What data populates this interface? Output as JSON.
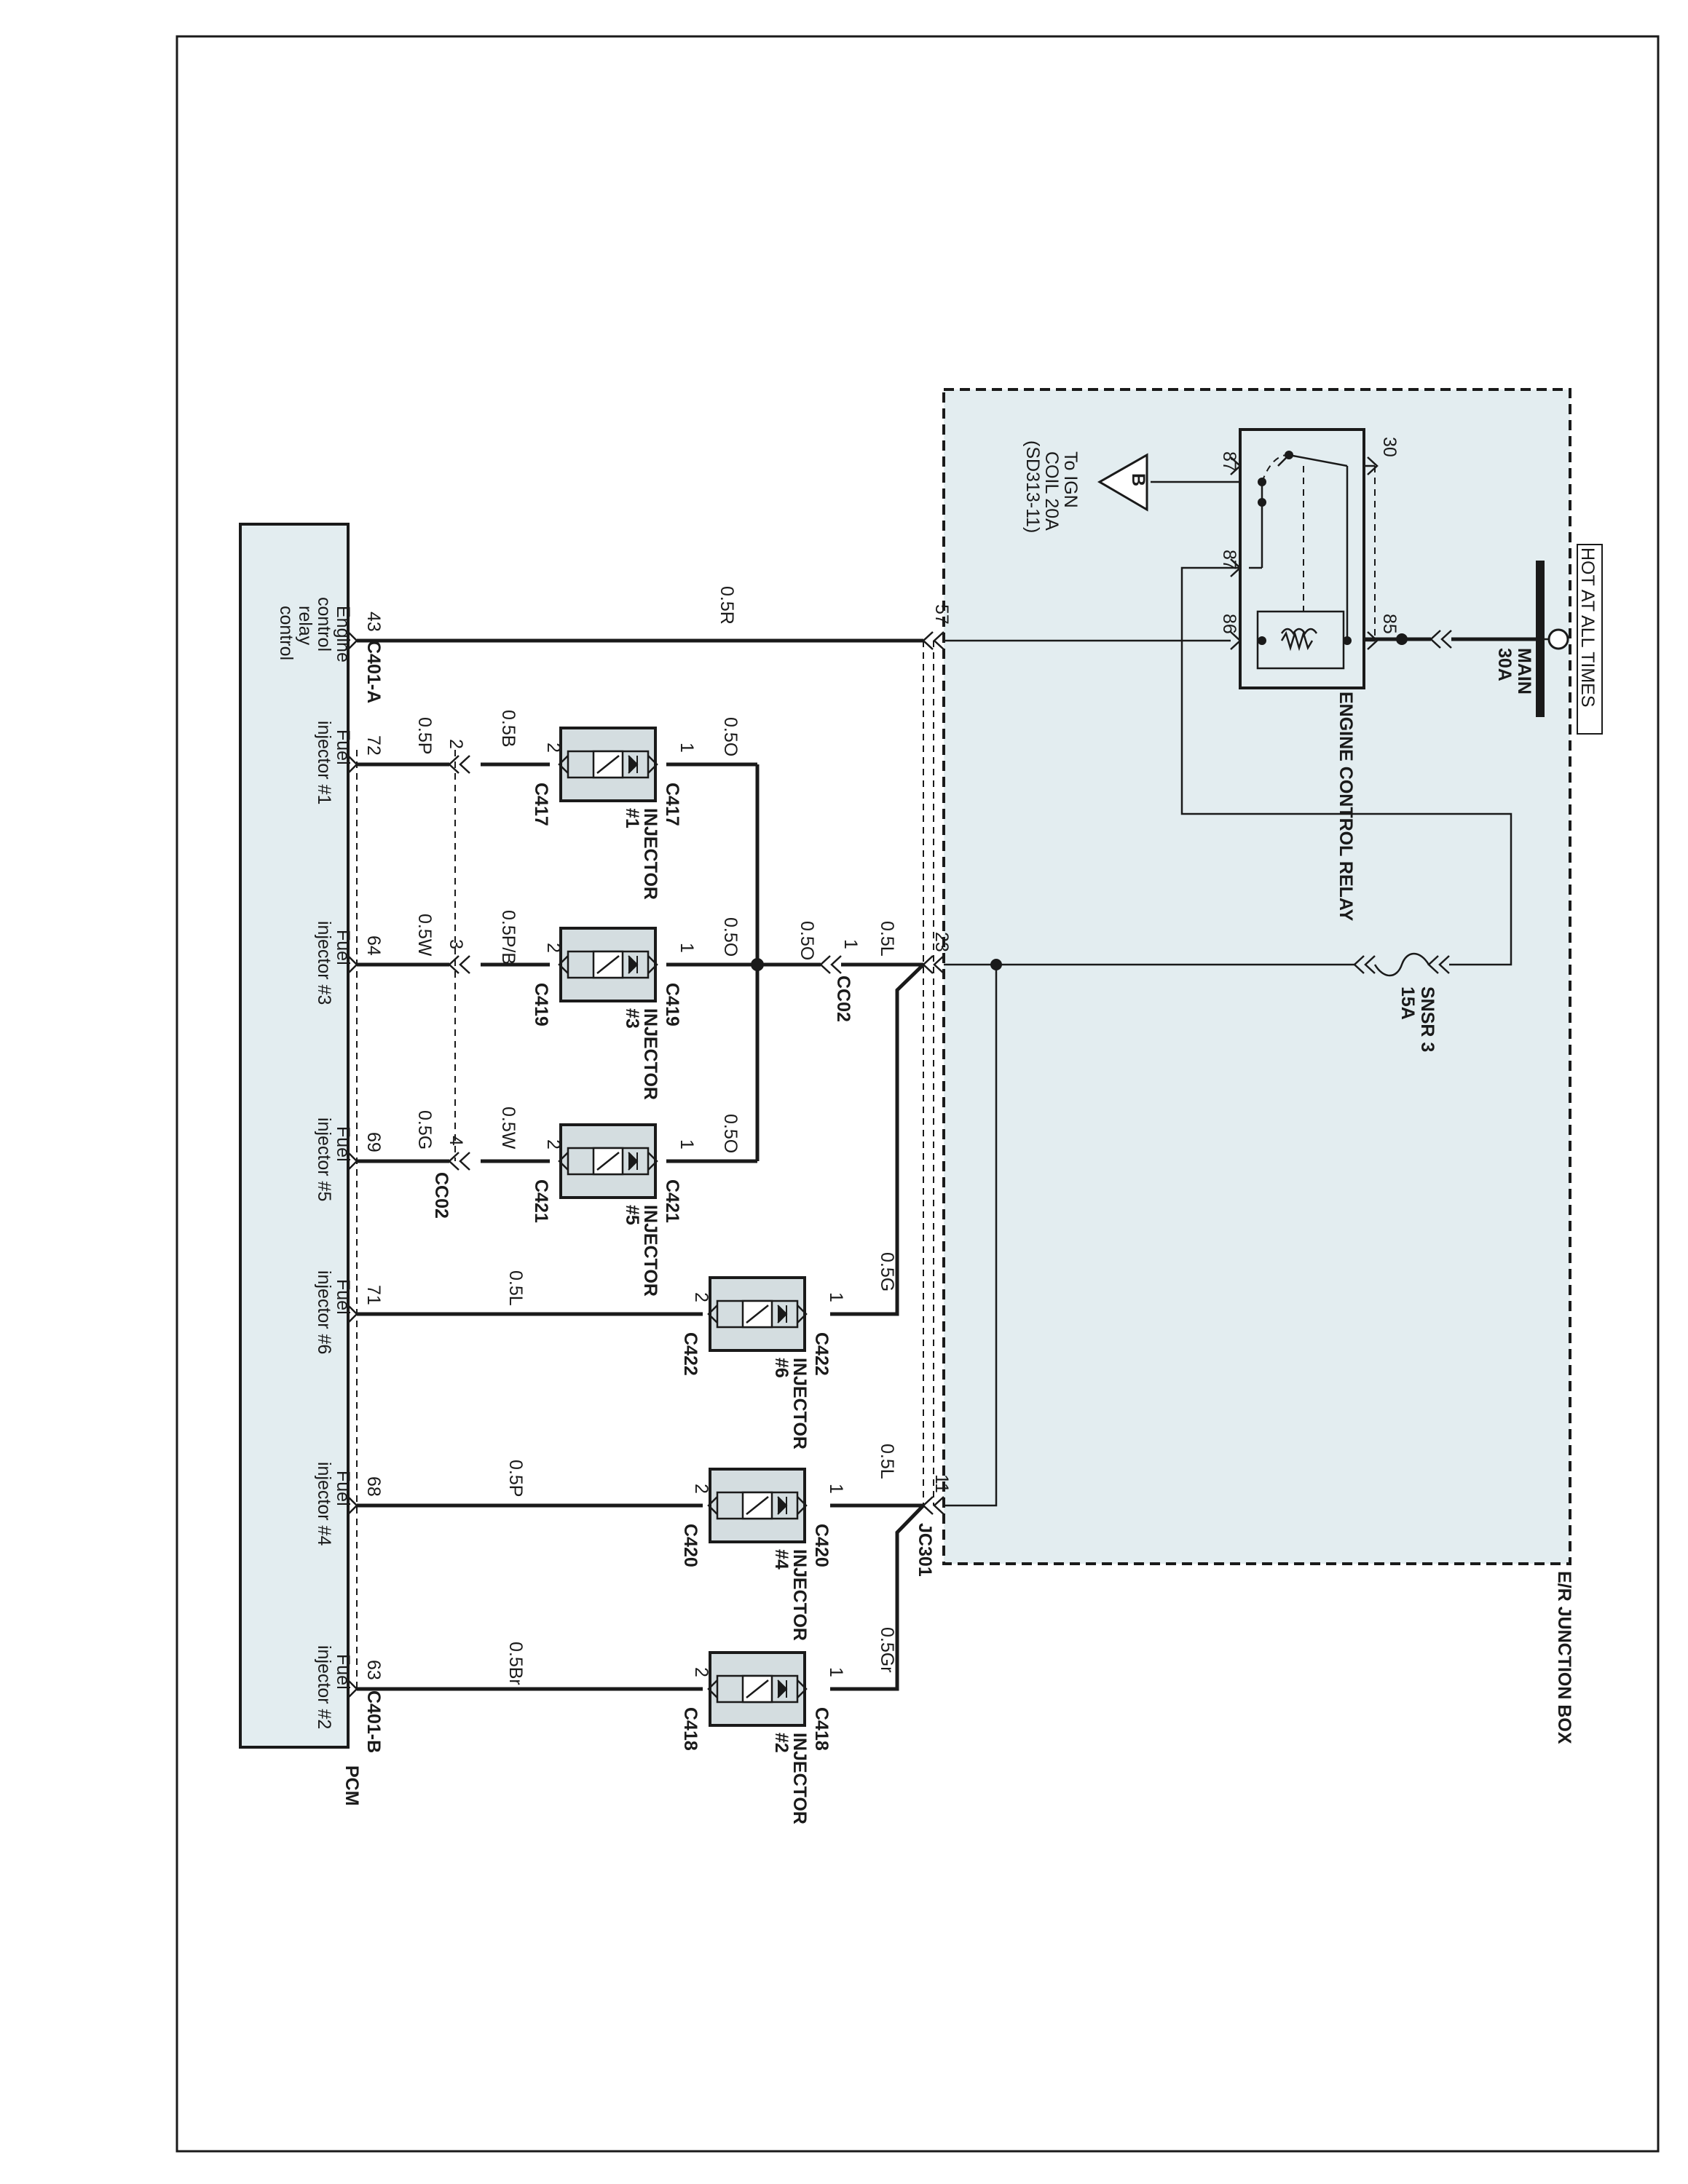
{
  "junction_box": {
    "title": "E/R JUNCTION BOX",
    "hot_label": "HOT AT ALL TIMES",
    "main_fuse": {
      "name": "MAIN",
      "rating": "30A"
    },
    "sensor_fuse": {
      "name": "SNSR 3",
      "rating": "15A"
    },
    "relay": {
      "name": "ENGINE CONTROL RELAY",
      "pin_30": "30",
      "pin_85": "85",
      "pin_86": "86",
      "pin_87a": "87",
      "pin_87b": "87"
    },
    "ign_ref": {
      "symbol": "B",
      "line1": "To IGN",
      "line2": "COIL 20A",
      "line3": "(SD313-11)"
    },
    "pin_57": "57",
    "pin_23": "23",
    "pin_11": "11",
    "splice": "JC301"
  },
  "pcm": {
    "name": "PCM",
    "connector_a": "C401-A",
    "connector_b": "C401-B",
    "pins": [
      {
        "num": "43",
        "label1": "Engine",
        "label2": "control",
        "label3": "relay",
        "label4": "control",
        "wire": "0.5R"
      },
      {
        "num": "72",
        "label1": "Fuel",
        "label2": "injector #1",
        "wire": "0.5P"
      },
      {
        "num": "64",
        "label1": "Fuel",
        "label2": "injector #3",
        "wire": "0.5W"
      },
      {
        "num": "69",
        "label1": "Fuel",
        "label2": "injector #5",
        "wire": "0.5G"
      },
      {
        "num": "71",
        "label1": "Fuel",
        "label2": "injector #6",
        "wire": "0.5L"
      },
      {
        "num": "68",
        "label1": "Fuel",
        "label2": "injector #4",
        "wire": "0.5P"
      },
      {
        "num": "63",
        "label1": "Fuel",
        "label2": "injector #2",
        "wire": "0.5Br"
      }
    ]
  },
  "cc02": {
    "name": "CC02",
    "pin1": "1",
    "pin2": "2",
    "pin3": "3",
    "pin4": "4",
    "wire_in": "0.5L",
    "wire_out": "0.5O"
  },
  "injectors": [
    {
      "title": "INJECTOR",
      "num": "#1",
      "conn": "C417",
      "pin1": "1",
      "pin2": "2",
      "wire1": "0.5O",
      "wire2": "0.5B"
    },
    {
      "title": "INJECTOR",
      "num": "#3",
      "conn": "C419",
      "pin1": "1",
      "pin2": "2",
      "wire1": "0.5O",
      "wire2": "0.5P/B"
    },
    {
      "title": "INJECTOR",
      "num": "#5",
      "conn": "C421",
      "pin1": "1",
      "pin2": "2",
      "wire1": "0.5O",
      "wire2": "0.5W"
    },
    {
      "title": "INJECTOR",
      "num": "#6",
      "conn": "C422",
      "pin1": "1",
      "pin2": "2",
      "wire1": "0.5G",
      "wire2": ""
    },
    {
      "title": "INJECTOR",
      "num": "#4",
      "conn": "C420",
      "pin1": "1",
      "pin2": "2",
      "wire1": "0.5L",
      "wire2": ""
    },
    {
      "title": "INJECTOR",
      "num": "#2",
      "conn": "C418",
      "pin1": "1",
      "pin2": "2",
      "wire1": "0.5Gr",
      "wire2": ""
    }
  ],
  "colors": {
    "box_fill": "#e3edf0",
    "line": "#1a1a1a"
  }
}
